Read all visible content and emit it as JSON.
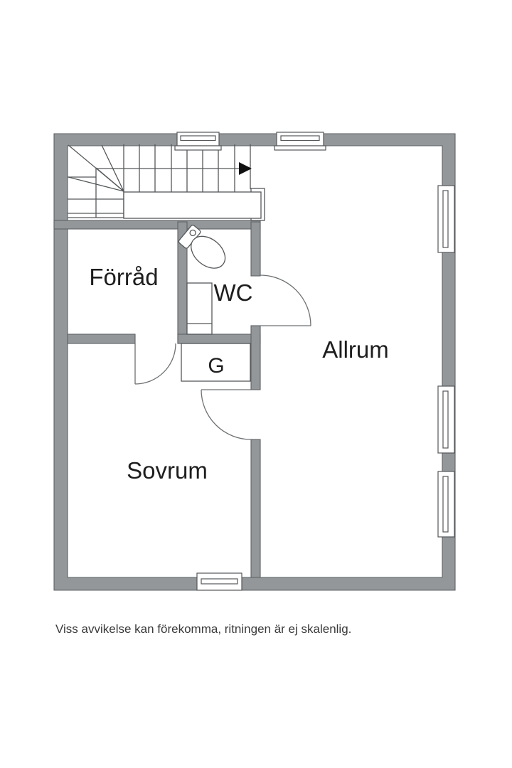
{
  "floorplan": {
    "rooms": {
      "forrad": {
        "label": "Förråd"
      },
      "wc": {
        "label": "WC"
      },
      "closet": {
        "label": "G"
      },
      "allrum": {
        "label": "Allrum"
      },
      "sovrum": {
        "label": "Sovrum"
      }
    },
    "disclaimer": "Viss avvikelse kan förekomma, ritningen är ej skalenlig.",
    "icons": {
      "stair_direction_arrow": "solid right-pointing triangle (direction of stairs)",
      "toilet": "toilet plan symbol in WC"
    },
    "colors": {
      "wall_fill": "#939799",
      "wall_outline": "#5e6264",
      "line": "#55585a",
      "text": "#1e1e1e",
      "background": "#ffffff"
    }
  }
}
